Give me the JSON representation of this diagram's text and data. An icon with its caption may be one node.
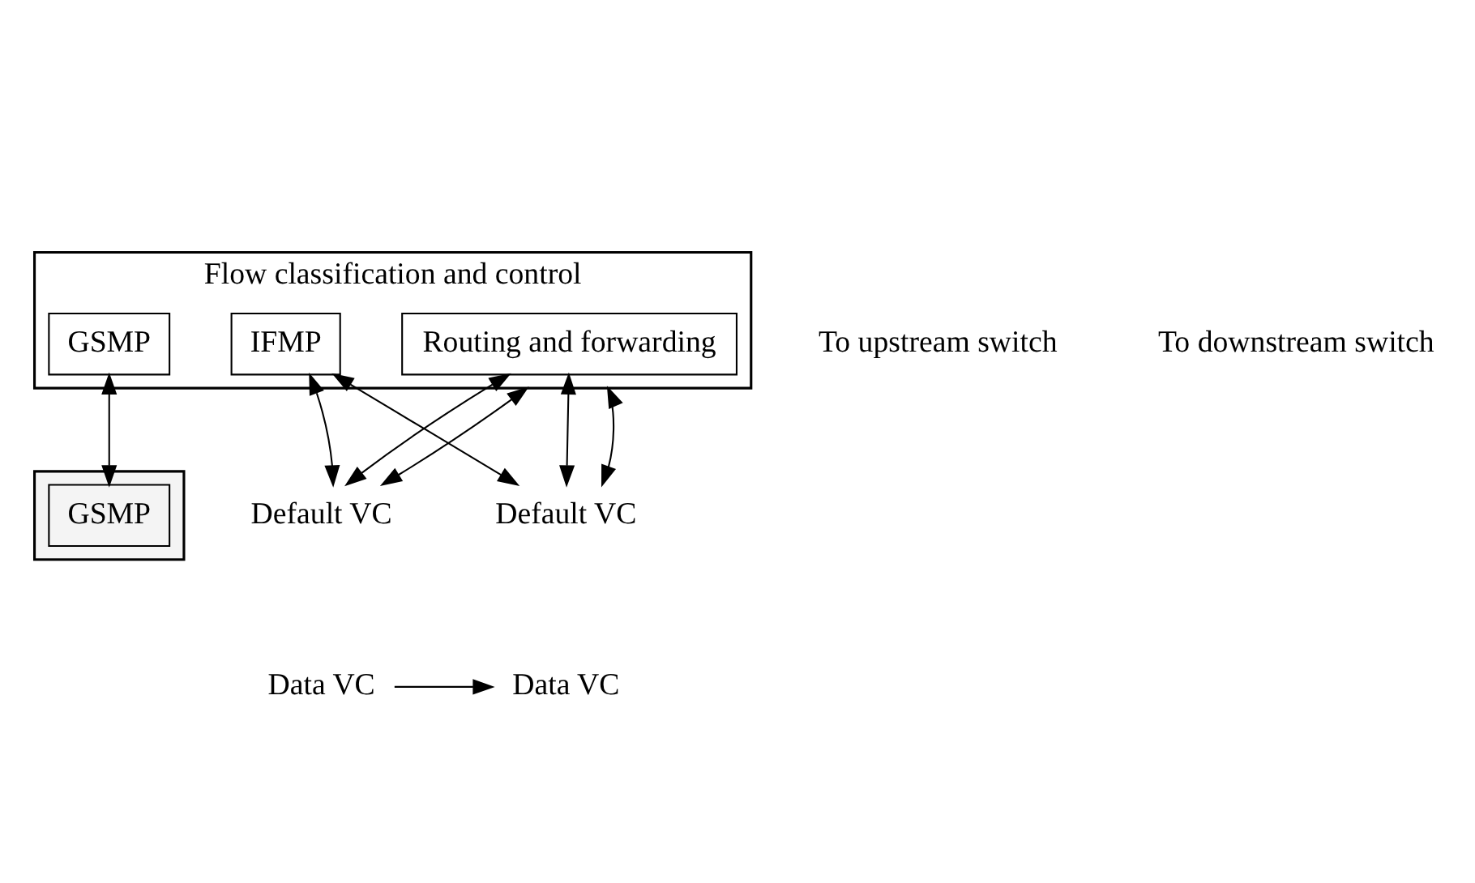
{
  "diagram": {
    "nodes": [
      {
        "text": [
          "Flow classification and control"
        ]
      },
      {
        "text": [
          "GSMP"
        ],
        "in": 0
      },
      {
        "text": [
          "IFMP"
        ],
        "in": 0
      },
      {
        "text": [
          "Routing and forwarding"
        ],
        "in": 0
      },
      {
        "text": [],
        "shape": "box"
      },
      {
        "text": [
          "GSMP"
        ],
        "in": 4
      },
      {
        "text": [
          "Default VC"
        ]
      },
      {
        "text": [
          "Data VC"
        ]
      },
      {
        "text": [
          "Default VC"
        ]
      },
      {
        "text": [
          "Data VC"
        ]
      }
    ],
    "edges": [
      {
        "from": 1,
        "to": 5,
        "arrow": "both"
      },
      {
        "from": 6,
        "to": 2,
        "arrow": "both"
      },
      {
        "from": 6,
        "to": 3,
        "arrow": "both"
      },
      {
        "from": 6,
        "to": 0,
        "arrow": "both"
      },
      {
        "from": 8,
        "to": 2,
        "arrow": "both"
      },
      {
        "from": 8,
        "to": 3,
        "arrow": "both"
      },
      {
        "from": 8,
        "to": 0,
        "arrow": "both"
      },
      {
        "from": 7,
        "to": 9,
        "arrow": "to"
      }
    ],
    "labels": [
      "To upstream switch",
      "To downstream switch"
    ]
  }
}
